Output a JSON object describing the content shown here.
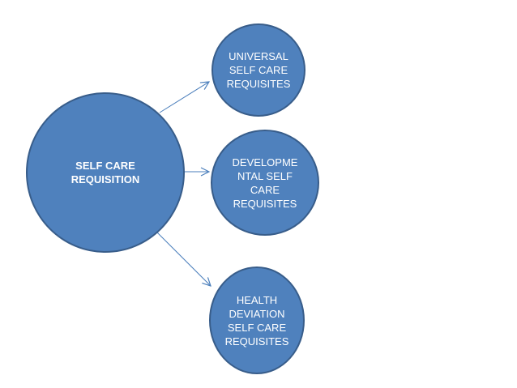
{
  "diagram": {
    "colors": {
      "node_fill": "#4f81bd",
      "node_border": "#385d8a",
      "arrow": "#4a7ebb",
      "text": "#ffffff"
    },
    "center": {
      "label": "SELF CARE\nREQUISITION"
    },
    "children": [
      {
        "label": "UNIVERSAL\nSELF CARE\nREQUISITES"
      },
      {
        "label": "DEVELOPME\nNTAL SELF\nCARE\nREQUISITES"
      },
      {
        "label": "HEALTH\nDEVIATION\nSELF CARE\nREQUISITES"
      }
    ]
  }
}
